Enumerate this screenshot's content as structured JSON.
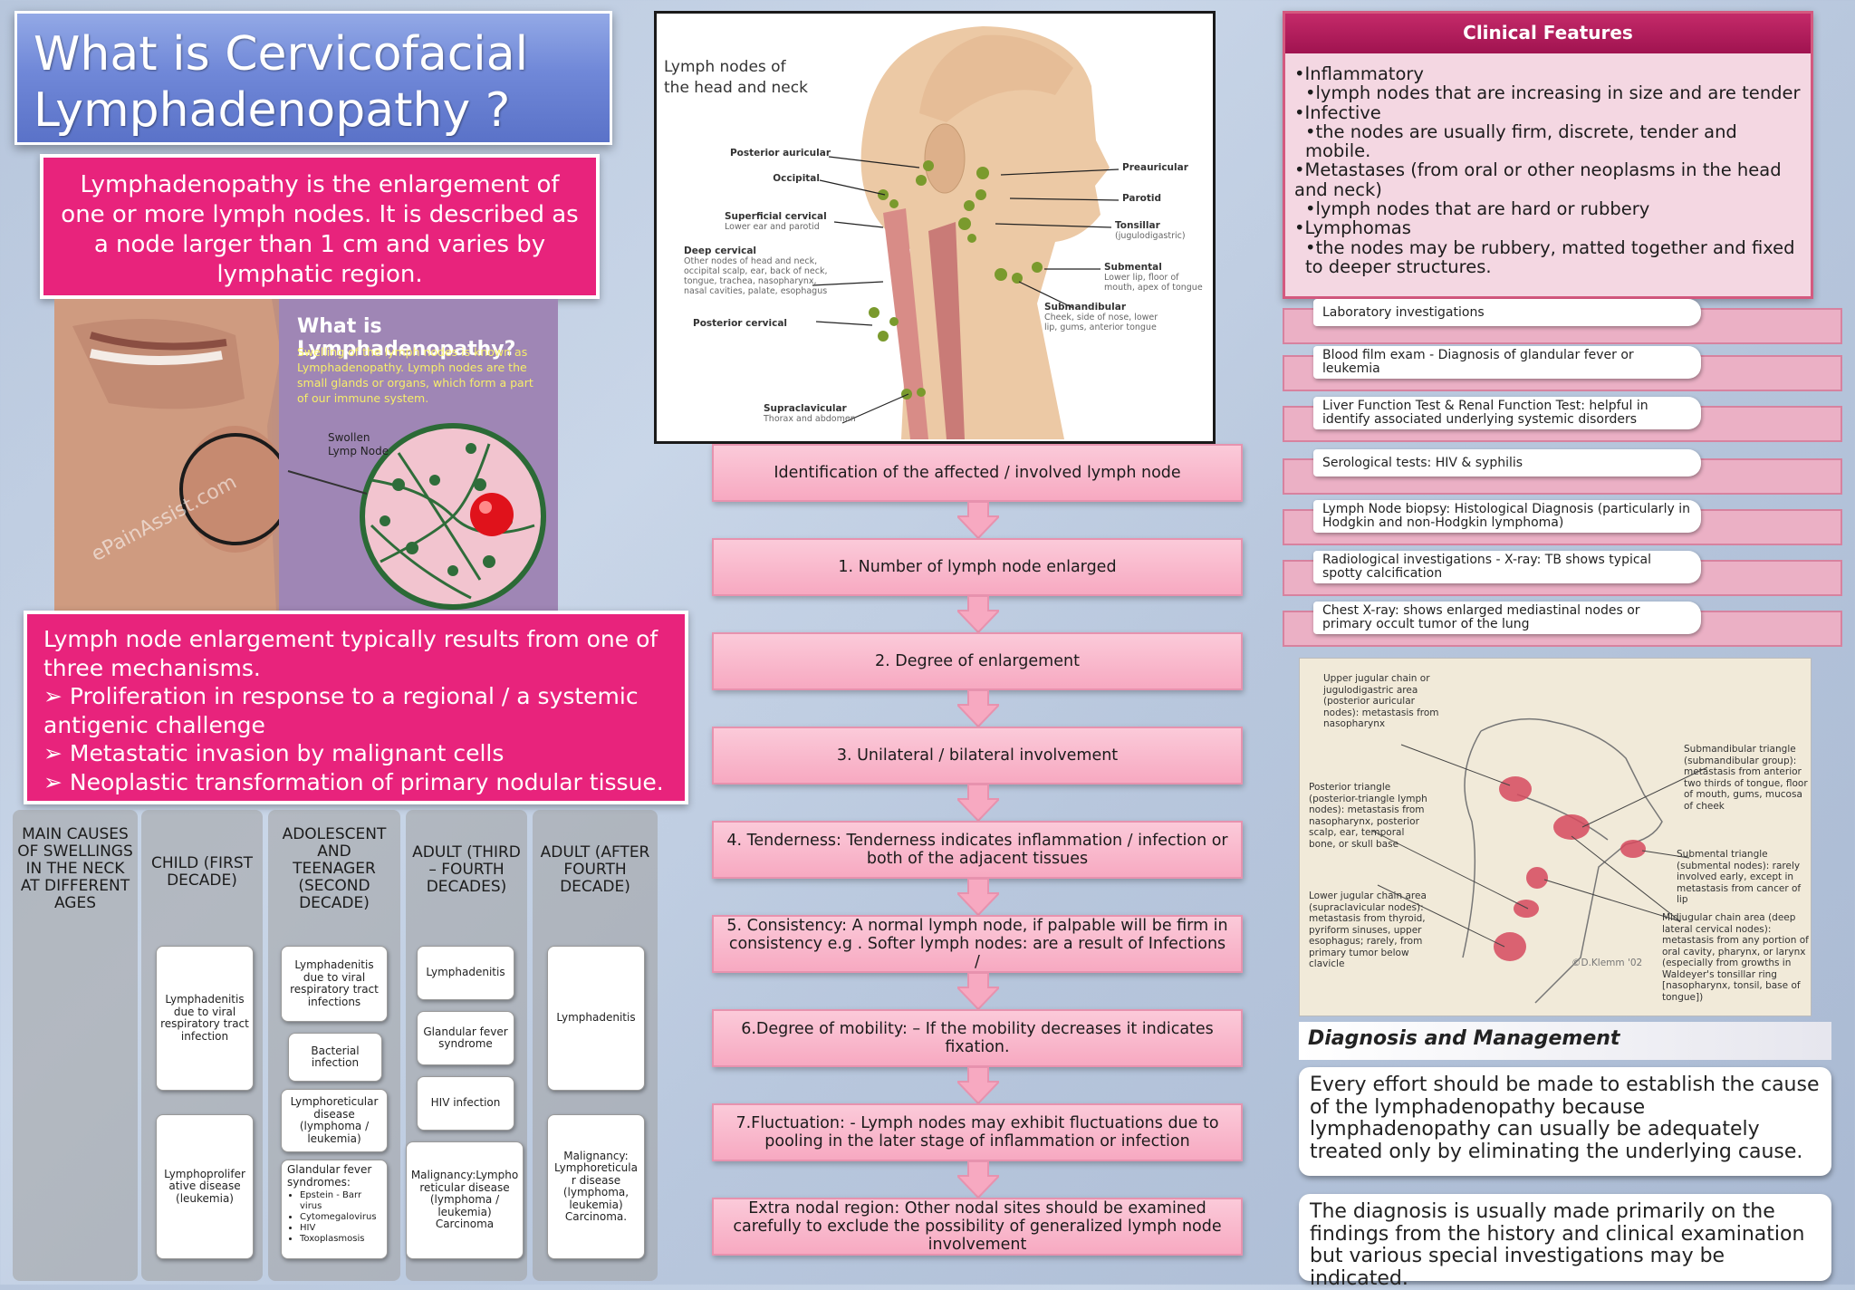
{
  "title": "What is Cervicofacial Lymphadenopathy ?",
  "definition": "Lymphadenopathy is the enlargement of one or more lymph nodes. It is described as a node larger than 1 cm and varies by lymphatic region.",
  "photo": {
    "heading": "What is Lymphadenopathy?",
    "body": "Swelling of the lymph nodes is known as Lymphadenopathy. Lymph nodes are the small glands or organs, which form a part of our immune system.",
    "callout": "Swollen Lymp Node",
    "watermark": "ePainAssist.com"
  },
  "mechanisms": {
    "intro": "Lymph node enlargement typically results from one of three mechanisms.",
    "items": [
      "Proliferation in response to a regional / a systemic antigenic challenge",
      "Metastatic invasion by malignant cells",
      "Neoplastic transformation of primary nodular tissue."
    ]
  },
  "age_table": {
    "headers": [
      "MAIN CAUSES OF SWELLINGS IN THE NECK AT DIFFERENT AGES",
      "CHILD (FIRST DECADE)",
      "ADOLESCENT AND TEENAGER (SECOND DECADE)",
      "ADULT (THIRD – FOURTH DECADES)",
      "ADULT (AFTER FOURTH DECADE)"
    ],
    "child": [
      "Lymphadenitis due to viral respiratory tract infection",
      "Lymphoprolifer ative disease (leukemia)"
    ],
    "adolescent": [
      "Lymphadenitis due to viral respiratory tract infections",
      "Bacterial infection",
      "Lymphoreticular disease (lymphoma / leukemia)"
    ],
    "glandular": {
      "title": "Glandular fever syndromes:",
      "items": [
        "Epstein - Barr virus",
        "Cytomegalovirus",
        "HIV",
        "Toxoplasmosis"
      ]
    },
    "adult": [
      "Lymphadenitis",
      "Glandular fever syndrome",
      "HIV infection",
      "Malignancy:Lympho reticular disease (lymphoma / leukemia) Carcinoma"
    ],
    "older": [
      "Lymphadenitis",
      "Malignancy: Lymphoreticula r disease (lymphoma, leukemia) Carcinoma."
    ]
  },
  "head_diagram": {
    "title": "Lymph nodes of the head and neck",
    "labels": {
      "posterior_auricular": "Posterior auricular",
      "occipital": "Occipital",
      "superficial_cervical": "Superficial cervical",
      "superficial_cervical_sub": "Lower ear and parotid",
      "deep_cervical": "Deep cervical",
      "deep_cervical_sub": "Other nodes of head and neck, occipital scalp, ear, back of neck, tongue, trachea, nasopharynx, nasal cavities, palate, esophagus",
      "posterior_cervical": "Posterior cervical",
      "supraclavicular": "Supraclavicular",
      "supraclavicular_sub": "Thorax and abdomen",
      "preauricular": "Preauricular",
      "parotid": "Parotid",
      "tonsillar": "Tonsillar",
      "tonsillar_sub": "(jugulodigastric)",
      "submental": "Submental",
      "submental_sub": "Lower lip, floor of mouth, apex of tongue",
      "submandibular": "Submandibular",
      "submandibular_sub": "Cheek, side of nose, lower lip, gums, anterior tongue"
    }
  },
  "flow": [
    "Identification of the affected / involved lymph node",
    "1. Number of lymph node enlarged",
    "2. Degree of enlargement",
    "3. Unilateral / bilateral involvement",
    "4. Tenderness: Tenderness indicates inflammation / infection or both of the adjacent tissues",
    "5. Consistency: A normal lymph node, if palpable will be firm in consistency  e.g . Softer lymph nodes: are a result of Infections /",
    "6.Degree of mobility: – If the mobility decreases it indicates fixation.",
    "7.Fluctuation: - Lymph nodes may exhibit fluctuations due to pooling in the later stage of inflammation or infection",
    "Extra nodal region: Other nodal sites should be examined carefully to exclude the possibility of generalized lymph node involvement"
  ],
  "clinical": {
    "header": "Clinical Features",
    "items": [
      {
        "main": "Inflammatory",
        "sub": "lymph nodes that are increasing in size and are tender"
      },
      {
        "main": "Infective",
        "sub": "the nodes are usually firm, discrete, tender and mobile."
      },
      {
        "main": "Metastases (from oral or other neoplasms in the head and neck)",
        "sub": "lymph nodes that are hard or rubbery"
      },
      {
        "main": "Lymphomas",
        "sub": "the nodes may be rubbery, matted together and fixed to deeper structures."
      }
    ]
  },
  "lab": [
    "Laboratory investigations",
    "Blood film exam - Diagnosis of glandular fever or leukemia",
    " Liver Function Test & Renal Function Test: helpful in identify associated underlying systemic disorders",
    "Serological tests: HIV & syphilis",
    " Lymph Node biopsy: Histological Diagnosis (particularly in Hodgkin and non-Hodgkin lymphoma)",
    "Radiological investigations - X-ray: TB shows typical spotty calcification",
    "Chest X-ray: shows enlarged mediastinal nodes or primary occult tumor of the lung"
  ],
  "neck_illustration": {
    "upper_jugular": "Upper jugular chain or jugulodigastric area (posterior auricular nodes): metastasis from nasopharynx",
    "posterior_triangle": "Posterior triangle (posterior-triangle lymph nodes): metastasis from nasopharynx, posterior scalp, ear, temporal bone, or skull base",
    "lower_jugular": "Lower jugular chain area (supraclavicular nodes): metastasis from thyroid, pyriform sinuses, upper esophagus; rarely, from primary tumor below clavicle",
    "submandibular": "Submandibular triangle (submandibular group): metastasis from anterior two thirds of tongue, floor of mouth, gums, mucosa of cheek",
    "submental": "Submental triangle (submental nodes): rarely involved early, except in metastasis from cancer of lip",
    "midjugular": "Midjugular chain area (deep lateral cervical nodes): metastasis from any portion of oral cavity, pharynx, or larynx (especially from growths in Waldeyer's tonsillar ring [nasopharynx, tonsil, base of tongue])",
    "signature": "©D.Klemm '02"
  },
  "diagnosis": {
    "header": "Diagnosis and Management",
    "p1": "Every effort should be made to establish the cause of the lymphadenopathy because lymphadenopathy can usually be adequately treated only by eliminating the underlying cause.",
    "p2": "The diagnosis is usually made primarily on the findings from the history and clinical examination but various special investigations may be indicated."
  },
  "colors": {
    "pink": "#e8237c",
    "maroon": "#a01350",
    "flow_pink": "#f7a9c1",
    "title_blue": "#7088d8"
  }
}
